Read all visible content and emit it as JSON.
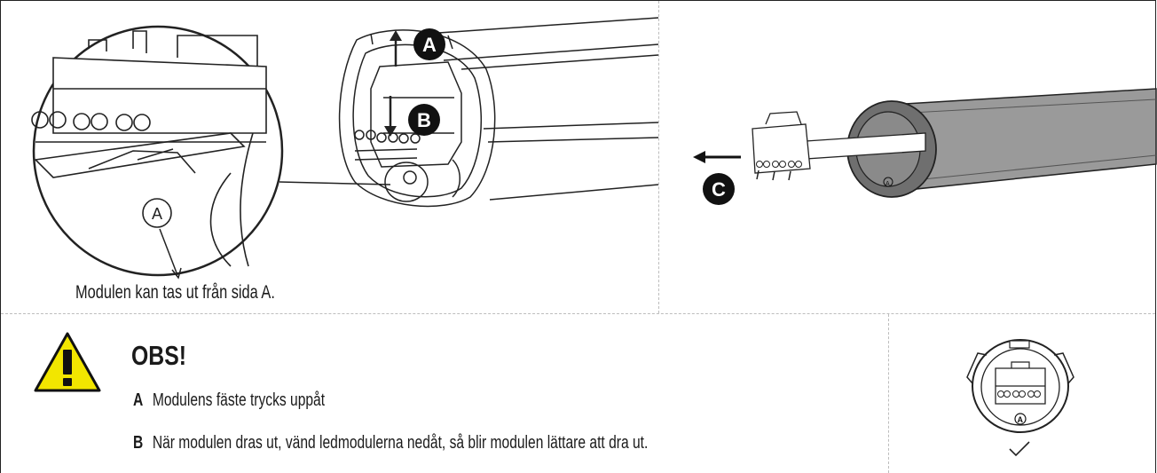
{
  "panel_left": {
    "caption": "Modulen kan tas ut från sida A.",
    "callouts": [
      "A",
      "B"
    ],
    "side_label": "A"
  },
  "panel_right": {
    "callouts": [
      "C"
    ],
    "side_label": "A"
  },
  "notice": {
    "title": "OBS!",
    "icon": "warning-triangle-icon",
    "icon_color": "#f2e600",
    "items": [
      {
        "letter": "A",
        "text": "Modulens fäste trycks uppåt"
      },
      {
        "letter": "B",
        "text": "När modulen dras ut, vänd ledmodulerna nedåt, så blir modulen lättare att dra ut."
      }
    ]
  },
  "thumbnail": {
    "side_label": "A",
    "status_icon": "checkmark-icon"
  }
}
